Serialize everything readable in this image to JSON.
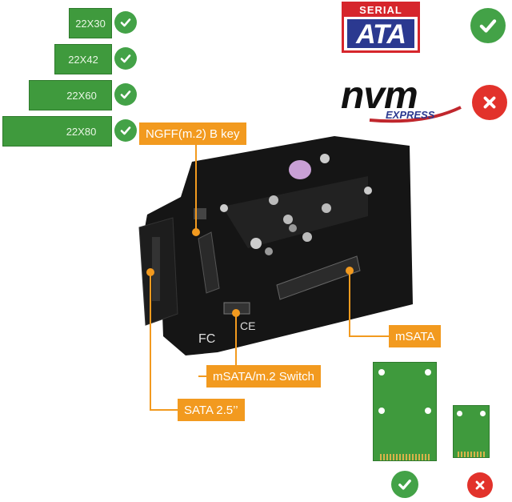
{
  "sizes": [
    {
      "label": "22X30"
    },
    {
      "label": "22X42"
    },
    {
      "label": "22X60"
    },
    {
      "label": "22X80"
    }
  ],
  "sata_logo": {
    "top": "SERIAL",
    "bottom": "ATA"
  },
  "nvm_logo": {
    "main": "nvm",
    "sub": "EXPRESS"
  },
  "callouts": {
    "ngff": "NGFF(m.2) B key",
    "msata": "mSATA",
    "switch": "mSATA/m.2 Switch",
    "sata": "SATA 2.5’’"
  },
  "colors": {
    "callout": "#f29a1f",
    "check": "#43a247",
    "cross": "#e2322b",
    "card": "#3f9a3d",
    "board": "#151515"
  }
}
